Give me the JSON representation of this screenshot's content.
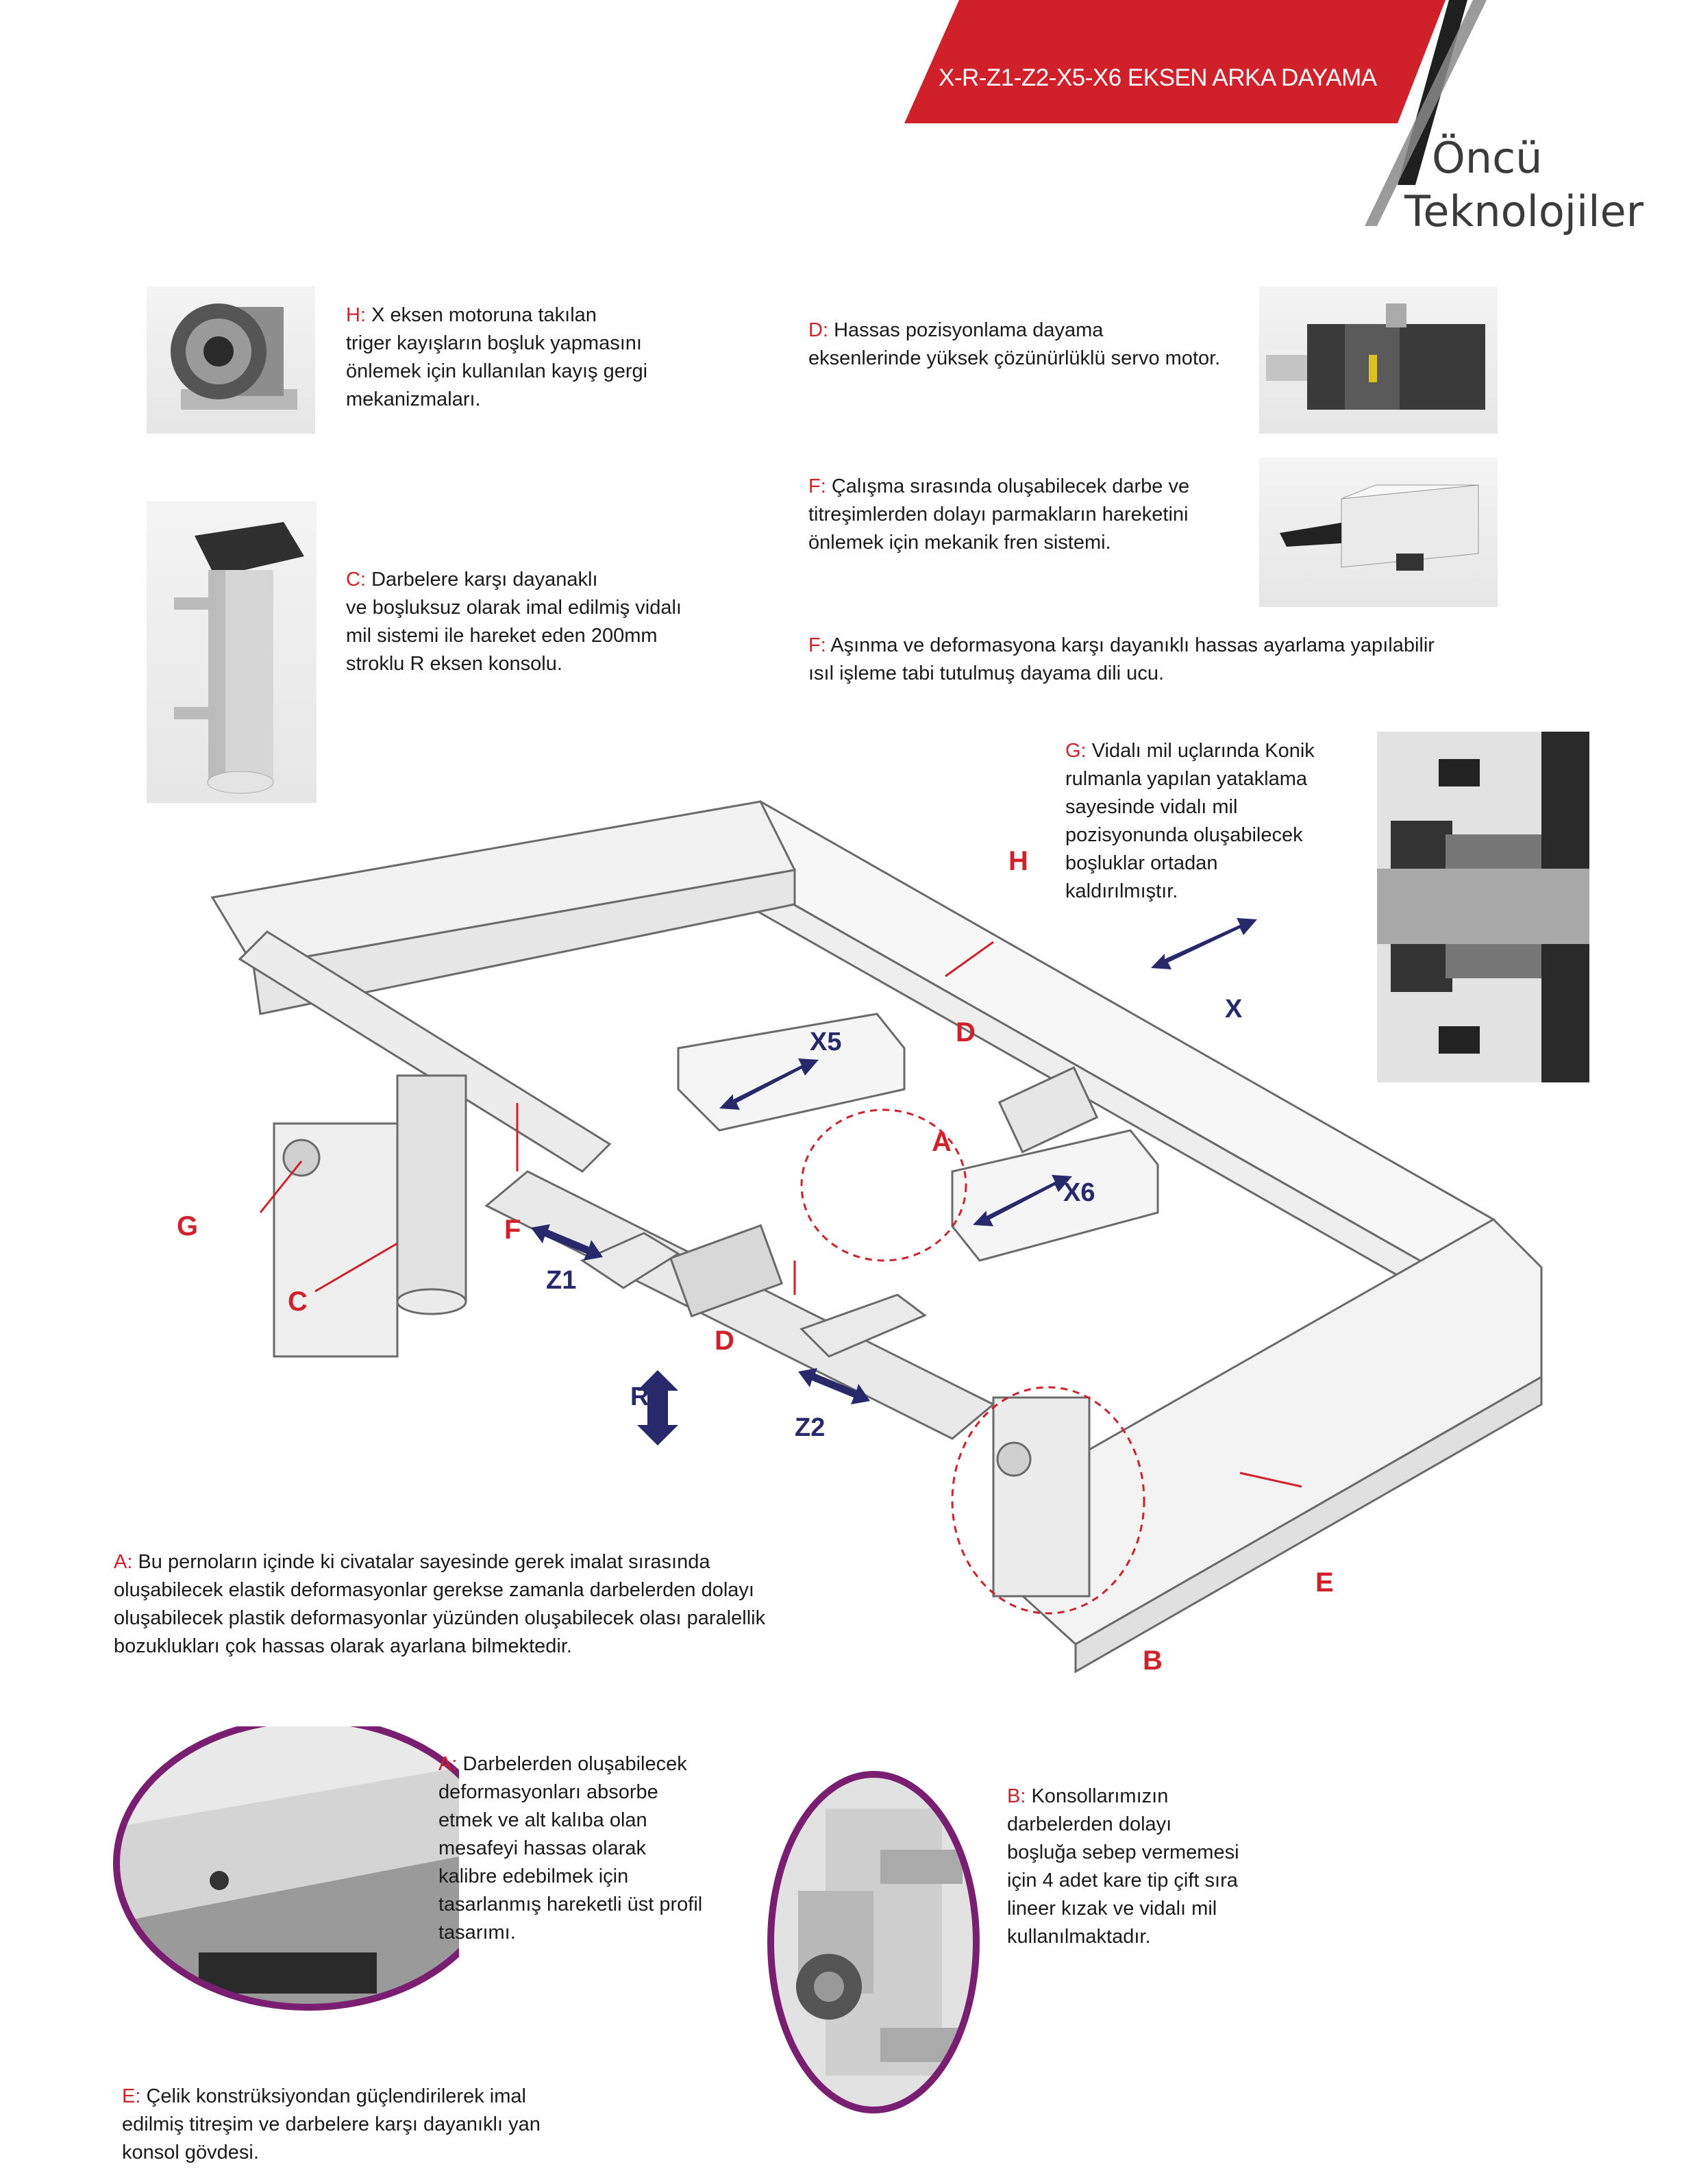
{
  "header": {
    "banner_title": "X-R-Z1-Z2-X5-X6  EKSEN ARKA DAYAMA",
    "brand_line1": "Öncü",
    "brand_line2": "Teknolojiler",
    "colors": {
      "banner": "#d0202a",
      "stripe_dark": "#1f1f1f",
      "stripe_grey": "#8a8a8a"
    }
  },
  "descriptions": {
    "h": {
      "key": "H:",
      "lines": [
        "X eksen motoruna takılan",
        "triger kayışların boşluk yapmasını",
        "önlemek için kullanılan kayış gergi",
        "mekanizmaları."
      ]
    },
    "d": {
      "key": "D:",
      "lines": [
        "Hassas pozisyonlama dayama",
        "eksenlerinde yüksek çözünürlüklü servo motor."
      ]
    },
    "f1": {
      "key": "F:",
      "lines": [
        "Çalışma sırasında oluşabilecek darbe ve",
        "titreşimlerden dolayı parmakların hareketini",
        "önlemek için mekanik fren sistemi."
      ]
    },
    "c": {
      "key": "C:",
      "lines": [
        "Darbelere karşı dayanaklı",
        "ve boşluksuz olarak imal edilmiş vidalı",
        "mil sistemi ile hareket eden 200mm",
        "stroklu R eksen konsolu."
      ]
    },
    "f2": {
      "key": "F:",
      "lines": [
        "Aşınma ve deformasyona karşı dayanıklı hassas ayarlama yapılabilir",
        "ısıl işleme tabi tutulmuş dayama dili ucu."
      ]
    },
    "g": {
      "key": "G:",
      "lines": [
        "Vidalı mil uçlarında Konik",
        "rulmanla yapılan yataklama",
        "sayesinde vidalı mil",
        "pozisyonunda oluşabilecek",
        "boşluklar ortadan",
        "kaldırılmıştır."
      ]
    },
    "a1": {
      "key": "A:",
      "lines": [
        "Bu pernoların içinde ki civatalar sayesinde gerek imalat sırasında",
        "oluşabilecek elastik deformasyonlar gerekse zamanla darbelerden dolayı",
        "oluşabilecek plastik deformasyonlar yüzünden oluşabilecek olası paralellik",
        "bozuklukları çok hassas olarak ayarlana bilmektedir."
      ]
    },
    "a2": {
      "key": "A:",
      "lines": [
        "Darbelerden oluşabilecek",
        "deformasyonları absorbe",
        "etmek ve alt kalıba olan",
        "mesafeyi hassas olarak",
        "kalibre edebilmek için",
        "tasarlanmış hareketli üst profil",
        "tasarımı."
      ]
    },
    "b": {
      "key": "B:",
      "lines": [
        "Konsollarımızın",
        "darbelerden dolayı",
        "boşluğa sebep vermemesi",
        "için 4 adet kare tip çift sıra",
        "lineer kızak ve vidalı mil",
        "kullanılmaktadır."
      ]
    },
    "e": {
      "key": "E:",
      "lines": [
        "Çelik konstrüksiyondan güçlendirilerek imal",
        "edilmiş titreşim ve darbelere karşı dayanıklı yan",
        "konsol gövdesi."
      ]
    }
  },
  "diagram": {
    "part_labels": {
      "A": "A",
      "B": "B",
      "C": "C",
      "D1": "D",
      "D2": "D",
      "E": "E",
      "F": "F",
      "G": "G",
      "H": "H"
    },
    "axis_labels": {
      "X": "X",
      "X5": "X5",
      "X6": "X6",
      "Z1": "Z1",
      "Z2": "Z2",
      "R": "R"
    },
    "colors": {
      "part_label": "#d0202a",
      "axis_arrow": "#27296b",
      "machine_line": "#6a6a6a"
    }
  }
}
